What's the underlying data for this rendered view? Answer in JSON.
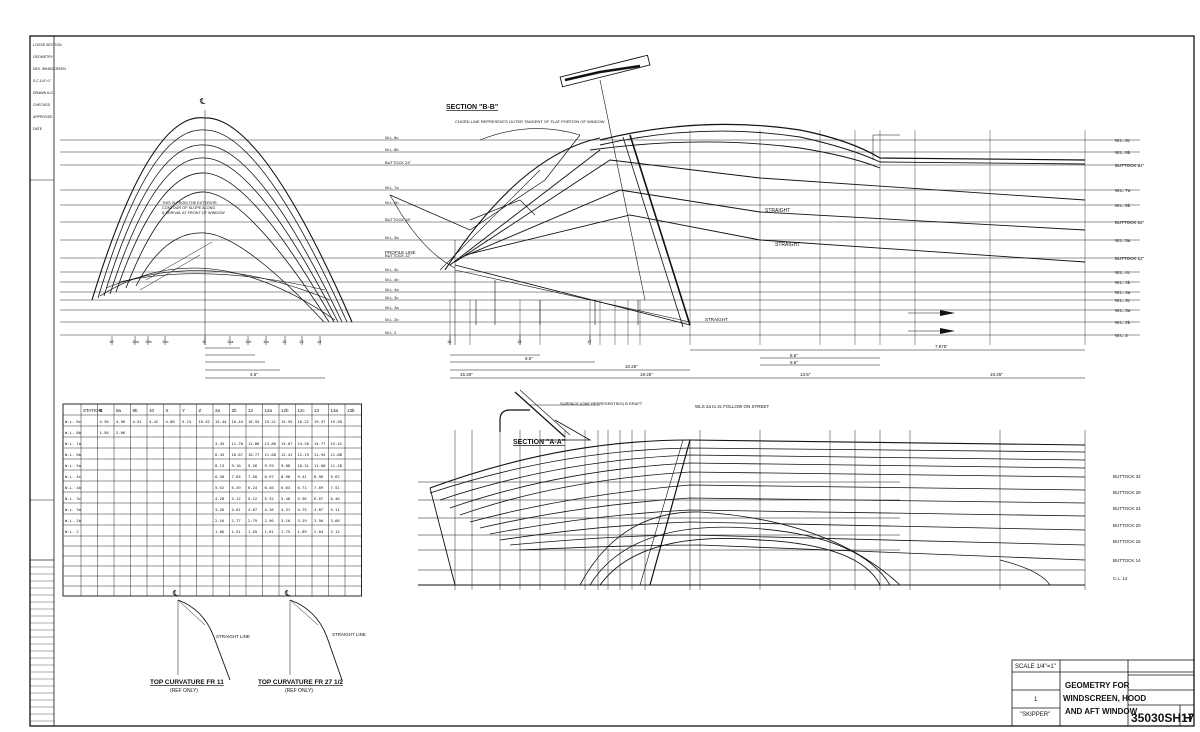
{
  "titles": {
    "section_bb": "SECTION \"B-B\"",
    "section_aa": "SECTION \"A-A\"",
    "top_curvature_left": "TOP CURVATURE FR 11",
    "top_curvature_right": "TOP CURVATURE FR 27 1/2",
    "sub_left": "(REF ONLY)",
    "sub_right": "(REF ONLY)"
  },
  "title_block": {
    "scale": "SCALE 1/4\"=1\"",
    "title_line1": "GEOMETRY FOR",
    "title_line2": "WINDSCREEN, HOOD",
    "title_line3": "AND AFT WINDOW",
    "drawing_number": "35030SH17",
    "sheet_letter": "H",
    "project": "\"SKIPPER\"",
    "sheet_num": "1"
  },
  "callouts": {
    "straight_line_1": "STRAIGHT",
    "straight_line_2": "STRAIGHT",
    "profile_line": "PROFILE LINE",
    "straight_line_bottom": "STRAIGHT",
    "streamline_note": "WLS 2a to 2c FOLLOW ON STREET",
    "front_view_note": "THIS IS FROM THE EXTERIOR\nCONTOUR OF SLOPE ALONG\n& ARRIVAL AT FRONT OF WINDOW",
    "view_note": "CHORD LINE REPRESENTS OUTER TANGENT\nOF FLAT PORTION OF WINDOW",
    "section_a_note": "SURFACE (ONE REPRESENTING) B\n  DRAFT",
    "straight_lbl_left": "STRAIGHT LINE",
    "straight_lbl_right": "STRAIGHT LINE"
  },
  "waterlines": [
    "W.L. 8c",
    "W.L. 8b",
    "BUTTOCK 24\"",
    "W.L. 7a",
    "W.L. 6b",
    "BUTTOCK 18\"",
    "W.L. 5a",
    "BUTTOCK 12\"",
    "W.L. 4c",
    "W.L. 4b",
    "W.L. 4a",
    "W.L. 3c",
    "W.L. 3a",
    "W.L. 2b",
    "W.L. 2"
  ],
  "stations_top": [
    "10",
    "10a",
    "10b",
    "10c",
    "11",
    "11a",
    "11b",
    "11c",
    "12",
    "13",
    "14",
    "15",
    "16",
    "17"
  ],
  "buttocks_bottom": [
    "BUTTOCK 32",
    "BUTTOCK 28",
    "BUTTOCK 24",
    "BUTTOCK 20",
    "BUTTOCK 16",
    "BUTTOCK 14",
    "C.L. 12"
  ],
  "table": {
    "headers": [
      "STATION",
      "B",
      "9a",
      "9b",
      "10",
      "X",
      "Y",
      "Z",
      "2a",
      "2b",
      "12",
      "12a",
      "12b",
      "12c",
      "13",
      "13a",
      "13b"
    ],
    "rows": [
      [
        "W.L. 8c",
        "",
        "",
        "4.36",
        "4.96",
        "4.51",
        "4.42",
        "4.86",
        "5.15",
        "10.52",
        "15.44",
        "16.44",
        "16.55",
        "15.21",
        "15.55",
        "16.22",
        "19.37",
        "19.58"
      ],
      [
        "W.L. 8b",
        "",
        "",
        "1.58",
        "2.06",
        "",
        "",
        "",
        "",
        "",
        "",
        "",
        "",
        "",
        "",
        "",
        "",
        ""
      ],
      [
        "W.L. 7a",
        "",
        "",
        "",
        "",
        "",
        "",
        "",
        "",
        "",
        "3.45",
        "11.70",
        "11.86",
        "13.86",
        "14.07",
        "14.26",
        "14.77",
        "15.42"
      ],
      [
        "W.L. 6b",
        "",
        "",
        "",
        "",
        "",
        "",
        "",
        "",
        "",
        "8.45",
        "10.67",
        "10.77",
        "11.08",
        "12.41",
        "12.19",
        "11.94",
        "11.88"
      ],
      [
        "W.L. 5a",
        "",
        "",
        "",
        "",
        "",
        "",
        "",
        "",
        "",
        "8.13",
        "9.10",
        "9.26",
        "9.29",
        "9.88",
        "10.31",
        "11.00",
        "11.28"
      ],
      [
        "W.L. 4c",
        "",
        "",
        "",
        "",
        "",
        "",
        "",
        "",
        "",
        "6.30",
        "7.65",
        "7.50",
        "8.97",
        "8.98",
        "9.41",
        "8.96",
        "9.62"
      ],
      [
        "W.L. 4b",
        "",
        "",
        "",
        "",
        "",
        "",
        "",
        "",
        "",
        "5.52",
        "6.49",
        "6.24",
        "6.46",
        "6.63",
        "6.71",
        "7.69",
        "7.51"
      ],
      [
        "W.L. 3c",
        "",
        "",
        "",
        "",
        "",
        "",
        "",
        "",
        "",
        "4.28",
        "5.12",
        "5.12",
        "5.32",
        "5.48",
        "5.96",
        "6.07",
        "6.40"
      ],
      [
        "W.L. 3a",
        "",
        "",
        "",
        "",
        "",
        "",
        "",
        "",
        "",
        "3.26",
        "4.01",
        "4.07",
        "4.16",
        "4.31",
        "4.75",
        "4.87",
        "5.11"
      ],
      [
        "W.L. 2b",
        "",
        "",
        "",
        "",
        "",
        "",
        "",
        "",
        "",
        "2.16",
        "2.77",
        "2.79",
        "2.96",
        "3.10",
        "3.29",
        "3.56",
        "3.66"
      ],
      [
        "W.L. 2",
        "",
        "",
        "",
        "",
        "",
        "",
        "",
        "",
        "",
        "1.06",
        "1.51",
        "1.55",
        "1.61",
        "1.75",
        "1.89",
        "2.04",
        "2.12"
      ]
    ]
  },
  "dims": [
    "15.25\"",
    "19.25\"",
    "13.5\"",
    "19.25\"",
    "7.875\"",
    "8.6\"",
    "9.6\"",
    "10.25\"",
    "8.6\"",
    "4.5\""
  ],
  "left_block": [
    "LOOSE SECTION",
    "GEOMETRY",
    "DEV. WINDSCREEN",
    "S.C.1/4\"=1\"",
    "DRAWN A.G.",
    "CHECKED",
    "APPROVED",
    "DATE"
  ],
  "colors": {
    "ink": "#111111",
    "paper": "#ffffff"
  }
}
